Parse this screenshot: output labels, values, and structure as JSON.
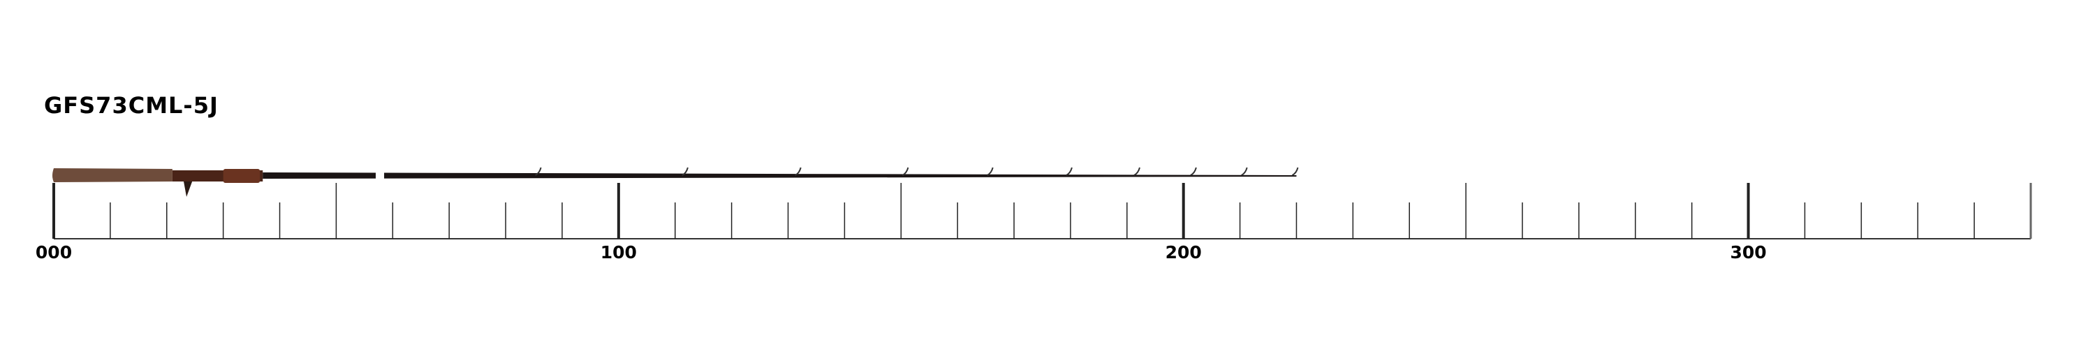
{
  "model_name": "GFS73CML-5J",
  "ruler": {
    "min": 0,
    "max": 350,
    "minor_step": 10,
    "mid_step": 50,
    "major_step": 100,
    "labels": [
      {
        "value": 0,
        "text": "000"
      },
      {
        "value": 100,
        "text": "100"
      },
      {
        "value": 200,
        "text": "200"
      },
      {
        "value": 300,
        "text": "300"
      }
    ]
  },
  "rod": {
    "length_units": 220,
    "guide_positions": [
      86,
      112,
      132,
      151,
      166,
      180,
      192,
      202,
      211,
      220
    ],
    "colors": {
      "cork": "#6e4c3b",
      "reel_seat": "#4a2418",
      "blank": "#1a1414"
    }
  }
}
